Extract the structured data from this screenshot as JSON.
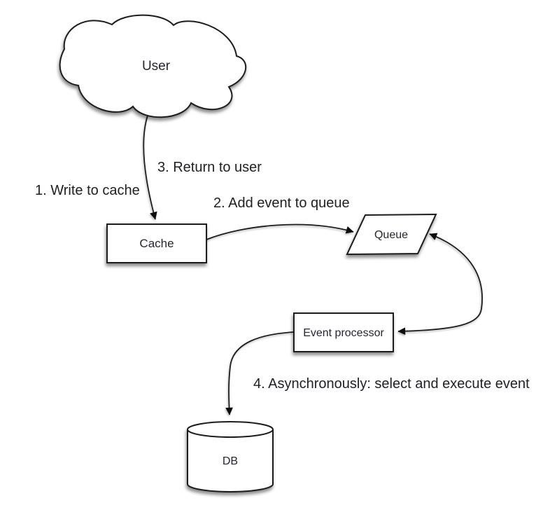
{
  "diagram": {
    "background": "#ffffff",
    "stroke_color": "#1c1c1c",
    "text_color": "#26262e",
    "shape_fill": "#ffffff",
    "nodes": {
      "user": {
        "label": "User",
        "shape": "cloud"
      },
      "cache": {
        "label": "Cache",
        "shape": "rectangle"
      },
      "queue": {
        "label": "Queue",
        "shape": "parallelogram"
      },
      "event_processor": {
        "label": "Event processor",
        "shape": "rectangle"
      },
      "db": {
        "label": "DB",
        "shape": "cylinder"
      }
    },
    "annotations": {
      "step1": {
        "text": "1. Write to cache"
      },
      "step2": {
        "text": "2. Add event to queue"
      },
      "step3": {
        "text": "3. Return to user"
      },
      "step4": {
        "text": "4. Asynchronously: select and execute event"
      }
    },
    "edges": [
      {
        "from": "user",
        "to": "cache",
        "labels": [
          "1. Write to cache",
          "3. Return to user"
        ]
      },
      {
        "from": "cache",
        "to": "queue",
        "labels": [
          "2. Add event to queue"
        ]
      },
      {
        "from": "queue",
        "to": "event_processor",
        "style": "curved-double-arrowhead"
      },
      {
        "from": "event_processor",
        "to": "db",
        "labels": [
          "4. Asynchronously: select and execute event"
        ]
      }
    ]
  }
}
